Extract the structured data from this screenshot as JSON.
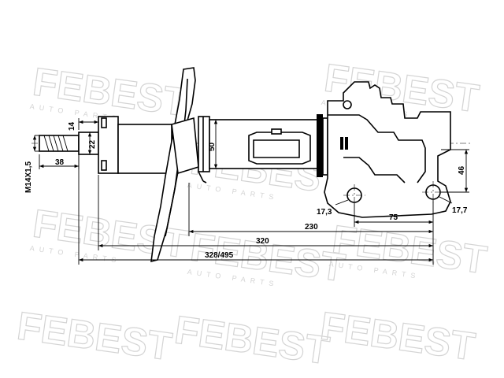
{
  "watermark": {
    "brand": "FEBEST",
    "tagline": "AUTO PARTS"
  },
  "dimensions": {
    "thread": "M14X1,5",
    "stud_len": "38",
    "d14": "14",
    "d22": "22",
    "d50": "50",
    "d46": "46",
    "hole_l": "17,3",
    "hole_r": "17,7",
    "spacing": "75",
    "len230": "230",
    "len320": "320",
    "len_total": "328/495"
  }
}
